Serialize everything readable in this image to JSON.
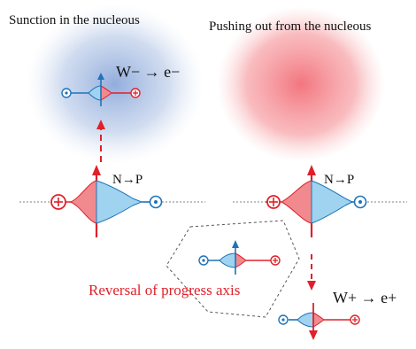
{
  "labels": {
    "left_title": "Sunction in the nucleous",
    "right_title": "Pushing out from the nucleous",
    "w_minus": "W− → e−",
    "w_plus": "W+ → e+",
    "n_to_p_left": "N→P",
    "n_to_p_right": "N→P",
    "reversal": "Reversal of progress axis"
  },
  "colors": {
    "red": "#e0202a",
    "blue": "#1f73b7",
    "pink_fill": "#f08a8f",
    "cyan_fill": "#9fd3ef",
    "halo_blue": "#a9bfe3",
    "halo_red": "#f7a6aa",
    "axis_gray": "#9a9a9a",
    "dash_gray": "#555555"
  },
  "icons": {
    "plus": "circled-plus-icon",
    "dot": "circled-dot-icon"
  }
}
